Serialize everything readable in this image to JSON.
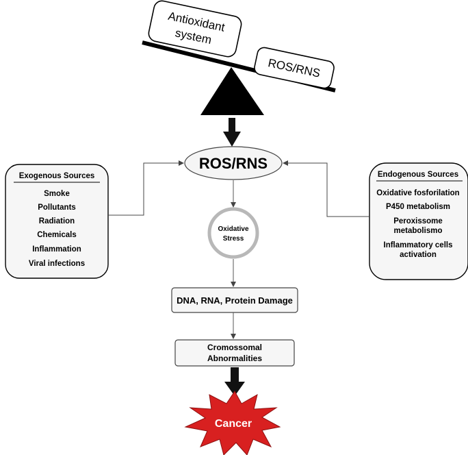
{
  "balance": {
    "left_label_line1": "Antioxidant",
    "left_label_line2": "system",
    "right_label": "ROS/RNS"
  },
  "center": {
    "ros_label": "ROS/RNS",
    "stress_line1": "Oxidative",
    "stress_line2": "Stress",
    "damage_label": "DNA, RNA, Protein Damage",
    "abnorm_line1": "Cromossomal",
    "abnorm_line2": "Abnormalities",
    "cancer_label": "Cancer"
  },
  "exogenous": {
    "title": "Exogenous Sources",
    "items": [
      "Smoke",
      "Pollutants",
      "Radiation",
      "Chemicals",
      "Inflammation",
      "Viral infections"
    ]
  },
  "endogenous": {
    "title": "Endogenous Sources",
    "item1": "Oxidative fosforilation",
    "item2": "P450 metabolism",
    "item3_line1": "Peroxissome",
    "item3_line2": "metabolismo",
    "item4_line1": "Inflammatory cells",
    "item4_line2": "activation"
  },
  "colors": {
    "cancer_fill": "#d82020",
    "stress_ring": "#b8b8b8",
    "box_fill": "#f6f6f6",
    "ellipse_fill": "#f5f5f5"
  }
}
